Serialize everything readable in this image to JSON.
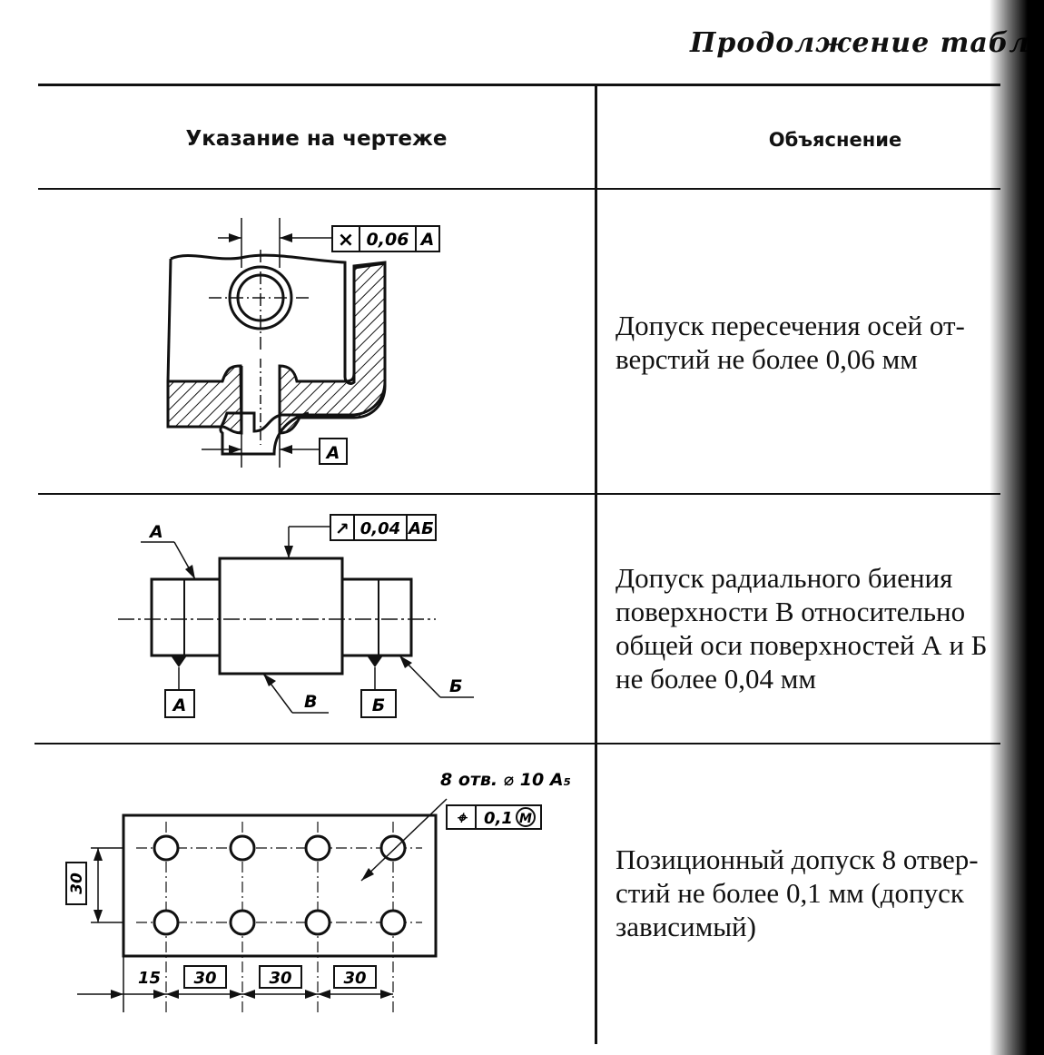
{
  "continuation_label": "Продолжение табл.",
  "table": {
    "headers": {
      "drawing": "Указание на чертеже",
      "explanation": "Объяснение"
    },
    "rows": [
      {
        "explanation_lines": [
          "Допуск пересечения осей от-",
          "верстий не более 0,06 мм"
        ],
        "drawing": {
          "frame_symbol": "⨯",
          "frame_value": "0,06",
          "frame_datum": "А",
          "datum_label": "А"
        }
      },
      {
        "explanation_lines": [
          "Допуск радиального биения",
          "поверхности В относительно",
          "общей оси поверхностей А и Б",
          "не более 0,04 мм"
        ],
        "drawing": {
          "frame_symbol": "↗",
          "frame_value": "0,04",
          "frame_datum": "АБ",
          "label_a_leader": "А",
          "datum_a": "А",
          "datum_b": "Б",
          "label_b_leader": "Б",
          "label_v": "В"
        }
      },
      {
        "explanation_lines": [
          "Позиционный допуск 8 отвер-",
          "стий не более 0,1 мм (допуск",
          "зависимый)"
        ],
        "drawing": {
          "hole_note": "8 отв. ⌀ 10 А₅",
          "frame_symbol": "⌖",
          "frame_value": "0,1",
          "frame_modifier": "М",
          "dim_vertical": "30",
          "dim_first": "15",
          "dim_spacing": [
            "30",
            "30",
            "30"
          ]
        }
      }
    ]
  }
}
